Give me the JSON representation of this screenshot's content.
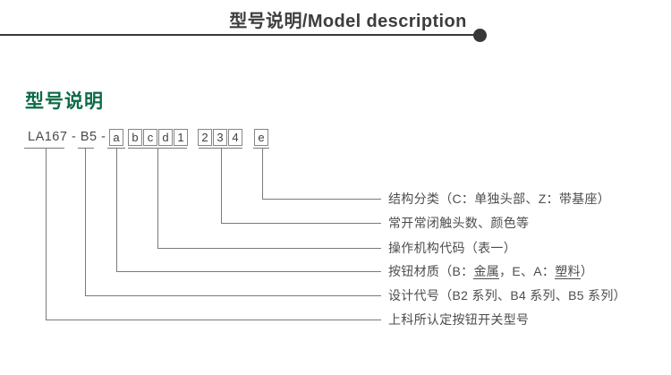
{
  "header": {
    "title": "型号说明/Model description"
  },
  "section": {
    "title": "型号说明"
  },
  "model": {
    "prefix": "LA167 - B5 -",
    "groups": [
      {
        "name": "a",
        "boxes": [
          "a"
        ]
      },
      {
        "name": "bcd1",
        "boxes": [
          "b",
          "c",
          "d",
          "1"
        ]
      },
      {
        "name": "234",
        "boxes": [
          "2",
          "3",
          "4"
        ]
      },
      {
        "name": "e",
        "boxes": [
          "e"
        ]
      }
    ]
  },
  "labels": [
    {
      "text": "结构分类（C：单独头部、Z：带基座）"
    },
    {
      "text": "常开常闭触头数、颜色等"
    },
    {
      "text": "操作机构代码（表一）"
    },
    {
      "material_prefix": "按钮材质（B：",
      "material_metal": "金属",
      "material_mid": "，E、A：",
      "material_plastic": "塑料",
      "material_suffix": "）"
    },
    {
      "text": "设计代号（B2 系列、B4 系列、B5 系列）"
    },
    {
      "text": "上科所认定按钮开关型号"
    }
  ],
  "colors": {
    "accent_green": "#0b6b45",
    "line_gray": "#7a7a7a",
    "text_dark": "#3d3d3d"
  }
}
